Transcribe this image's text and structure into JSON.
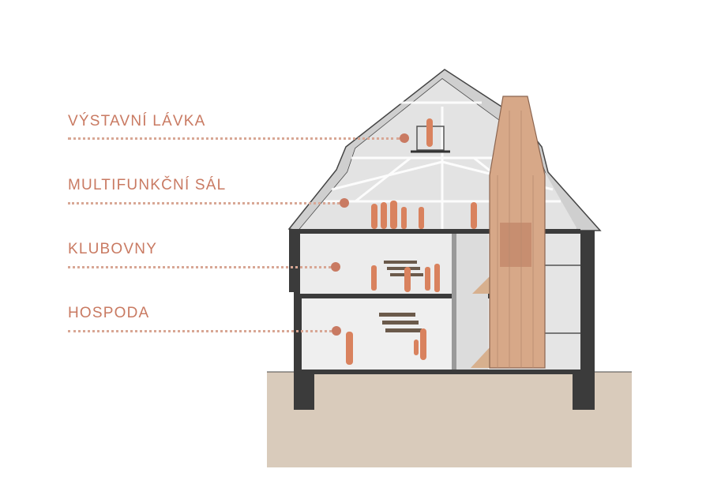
{
  "levels": [
    {
      "label": "VÝSTAVNÍ LÁVKA"
    },
    {
      "label": "MULTIFUNKČNÍ SÁL"
    },
    {
      "label": "KLUBOVNY"
    },
    {
      "label": "HOSPODA"
    }
  ],
  "colors": {
    "label": "#c97a62",
    "leader": "#d8a795",
    "marker": "#c97a62",
    "people": "#d9825e",
    "ground": "#d9cbbb",
    "walls": "#3b3b3b",
    "roof": "#cfcfcf",
    "tower": "#d7a888"
  }
}
